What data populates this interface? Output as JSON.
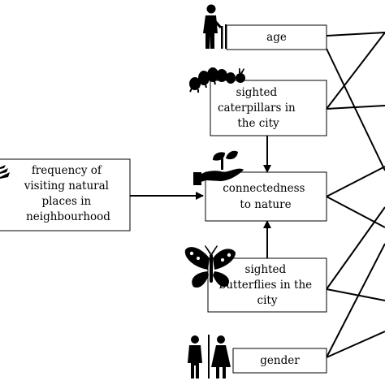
{
  "nodes": {
    "age": {
      "lines": [
        "age"
      ]
    },
    "caterpillars": {
      "lines": [
        "sighted",
        "caterpillars in",
        "the city"
      ]
    },
    "frequency": {
      "lines": [
        "frequency of",
        "visiting natural",
        "places in",
        "neighbourhood"
      ]
    },
    "connectedness": {
      "lines": [
        "connectedness",
        "to nature"
      ]
    },
    "butterflies": {
      "lines": [
        "sighted",
        "butterflies in the",
        "city"
      ]
    },
    "gender": {
      "lines": [
        "gender"
      ]
    }
  },
  "icons": [
    "elderly-person-icon",
    "caterpillar-icon",
    "hand-plant-icon",
    "butterfly-icon",
    "man-woman-icon",
    "tree-icon"
  ],
  "colors": {
    "line": "#000000",
    "background": "#ffffff"
  }
}
